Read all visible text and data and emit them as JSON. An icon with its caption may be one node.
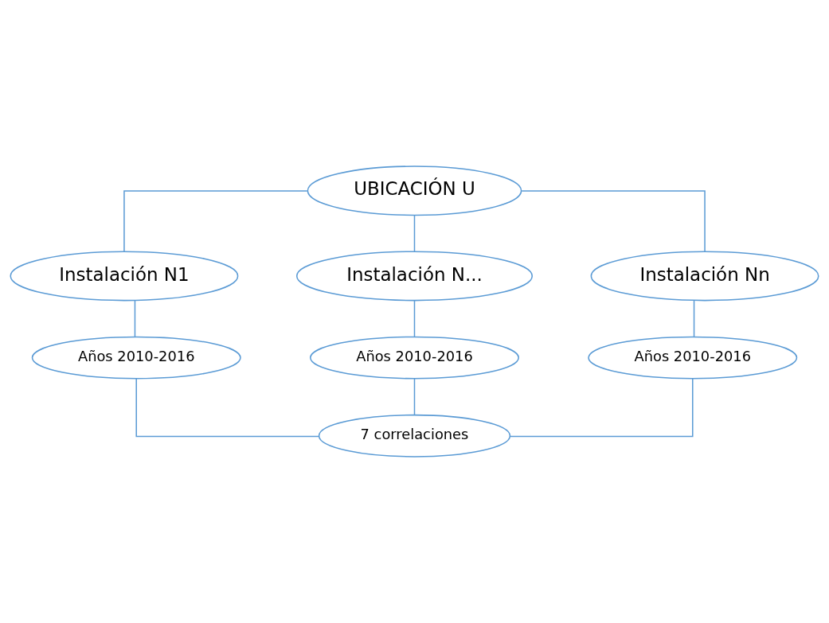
{
  "diagram": {
    "nodes": [
      {
        "text": [
          "UBICACIÓN U"
        ]
      },
      {
        "text": [
          "Instalación N1"
        ]
      },
      {
        "text": [
          "Instalación N..."
        ]
      },
      {
        "text": [
          "Instalación Nn"
        ]
      },
      {
        "text": [
          "Años 2010-2016"
        ]
      },
      {
        "text": [
          "Años 2010-2016"
        ]
      },
      {
        "text": [
          "Años 2010-2016"
        ]
      },
      {
        "text": [
          "7 correlaciones"
        ]
      }
    ],
    "edges": [
      {
        "from": 0,
        "to": 1,
        "arrow": "none"
      },
      {
        "from": 0,
        "to": 2,
        "arrow": "none"
      },
      {
        "from": 0,
        "to": 3,
        "arrow": "none"
      },
      {
        "from": 1,
        "to": 4,
        "arrow": "none"
      },
      {
        "from": 2,
        "to": 5,
        "arrow": "none"
      },
      {
        "from": 3,
        "to": 6,
        "arrow": "none"
      },
      {
        "from": 4,
        "to": 7,
        "arrow": "none"
      },
      {
        "from": 5,
        "to": 7,
        "arrow": "none"
      },
      {
        "from": 6,
        "to": 7,
        "arrow": "none"
      }
    ]
  }
}
